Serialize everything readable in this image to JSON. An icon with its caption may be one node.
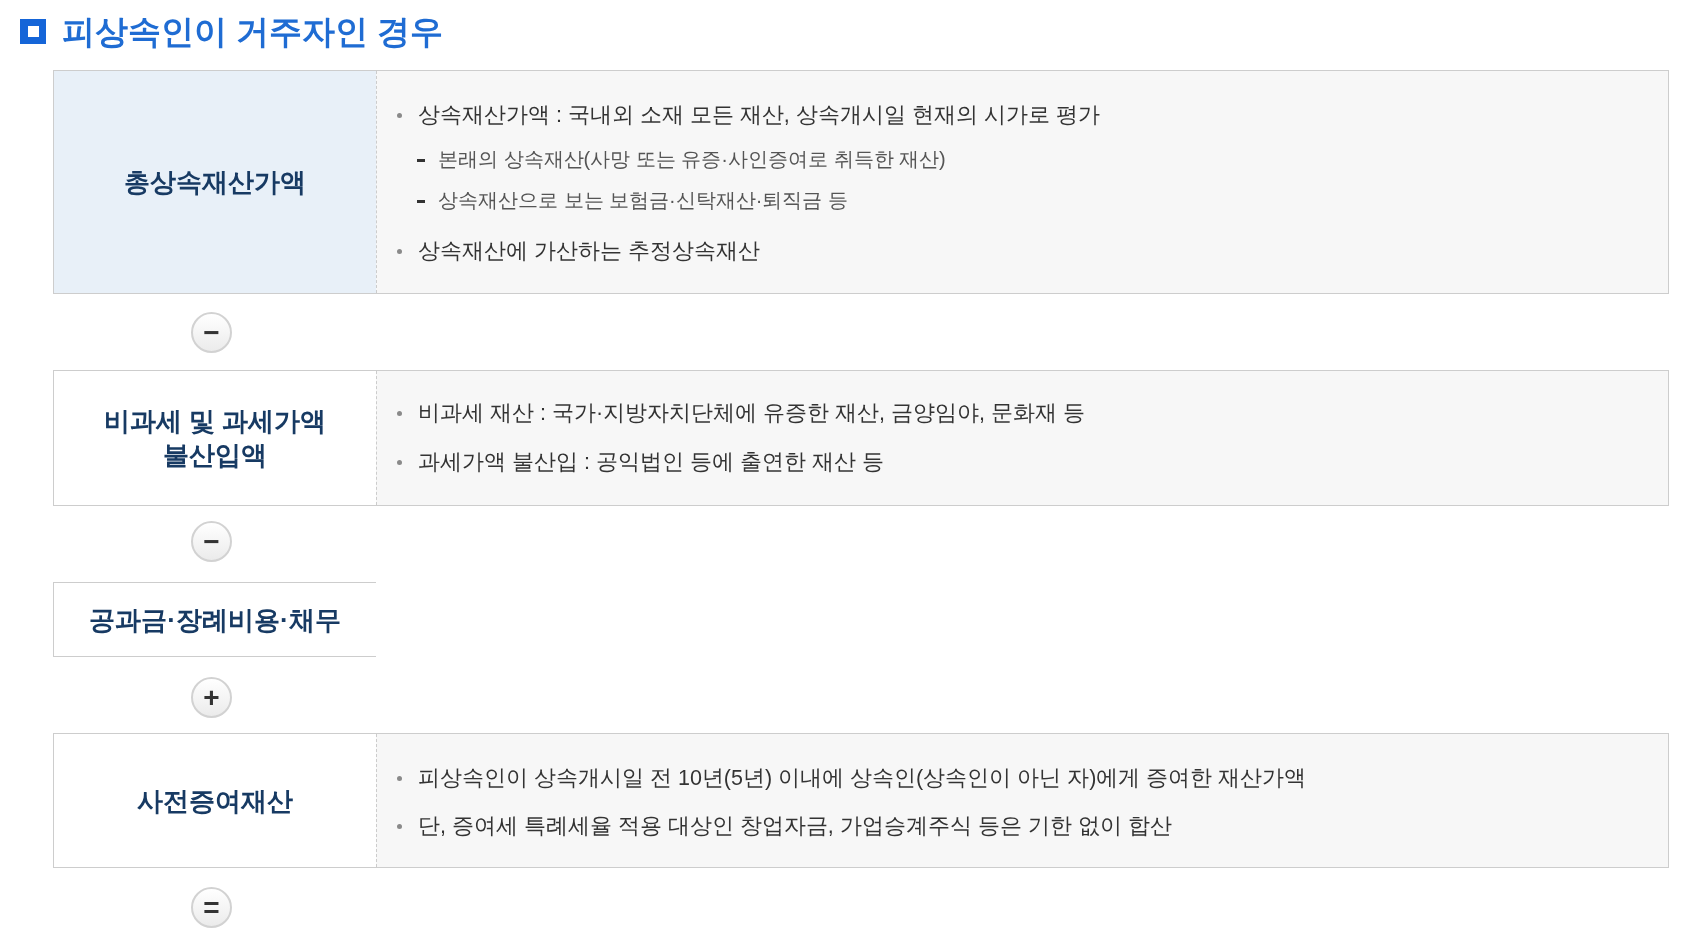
{
  "diagram": {
    "title": "피상속인이 거주자인 경우",
    "nodes": [
      {
        "text": [
          "총상속재산가액",
          "상속재산가액 : 국내외 소재 모든 재산, 상속개시일 현재의 시가로 평가",
          "본래의 상속재산(사망 또는 유증·사인증여로 취득한 재산)",
          "상속재산으로 보는 보험금·신탁재산·퇴직금 등",
          "상속재산에 가산하는 추정상속재산"
        ]
      },
      {
        "text": [
          "−"
        ]
      },
      {
        "text": [
          "비과세 및 과세가액 불산입액",
          "비과세 재산 : 국가·지방자치단체에 유증한 재산, 금양임야, 문화재 등",
          "과세가액 불산입 : 공익법인 등에 출연한 재산 등"
        ]
      },
      {
        "text": [
          "−"
        ]
      },
      {
        "text": [
          "공과금·장례비용·채무"
        ]
      },
      {
        "text": [
          "+"
        ]
      },
      {
        "text": [
          "사전증여재산",
          "피상속인이 상속개시일 전 10년(5년) 이내에 상속인(상속인이 아닌 자)에게 증여한 재산가액",
          "단, 증여세 특례세율 적용 대상인 창업자금, 가업승계주식 등은 기한 없이 합산"
        ]
      },
      {
        "text": [
          "="
        ]
      }
    ]
  }
}
